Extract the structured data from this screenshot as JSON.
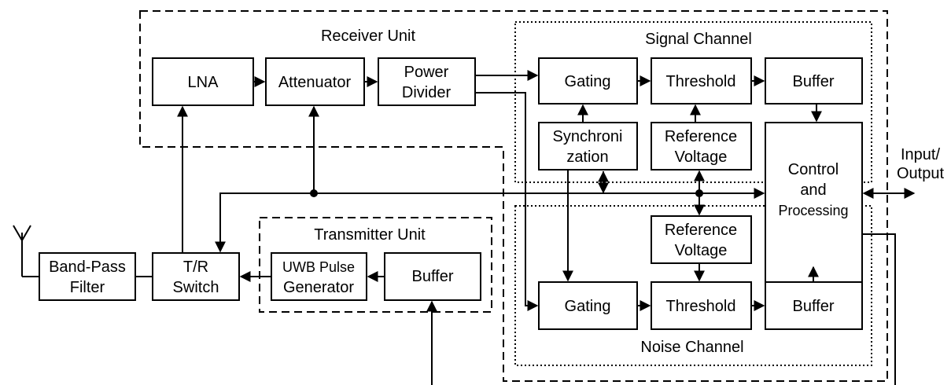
{
  "groups": {
    "receiver": "Receiver Unit",
    "signal": "Signal Channel",
    "transmitter": "Transmitter Unit",
    "noise": "Noise Channel"
  },
  "blocks": {
    "lna": "LNA",
    "attenuator": "Attenuator",
    "power_divider": [
      "Power",
      "Divider"
    ],
    "gating_signal": "Gating",
    "threshold_signal": "Threshold",
    "buffer_signal": "Buffer",
    "synchronization": [
      "Synchroni",
      "zation"
    ],
    "reference_voltage_signal": [
      "Reference",
      "Voltage"
    ],
    "control_processing": [
      "Control",
      "and",
      "Processing"
    ],
    "bandpass_filter": [
      "Band-Pass",
      "Filter"
    ],
    "tr_switch": [
      "T/R",
      "Switch"
    ],
    "uwb_pulse_generator": [
      "UWB Pulse",
      "Generator"
    ],
    "buffer_transmitter": "Buffer",
    "reference_voltage_noise": [
      "Reference",
      "Voltage"
    ],
    "gating_noise": "Gating",
    "threshold_noise": "Threshold",
    "buffer_noise": "Buffer"
  },
  "io_label": [
    "Input/",
    "Output"
  ],
  "icons": {
    "antenna": "antenna-icon"
  }
}
